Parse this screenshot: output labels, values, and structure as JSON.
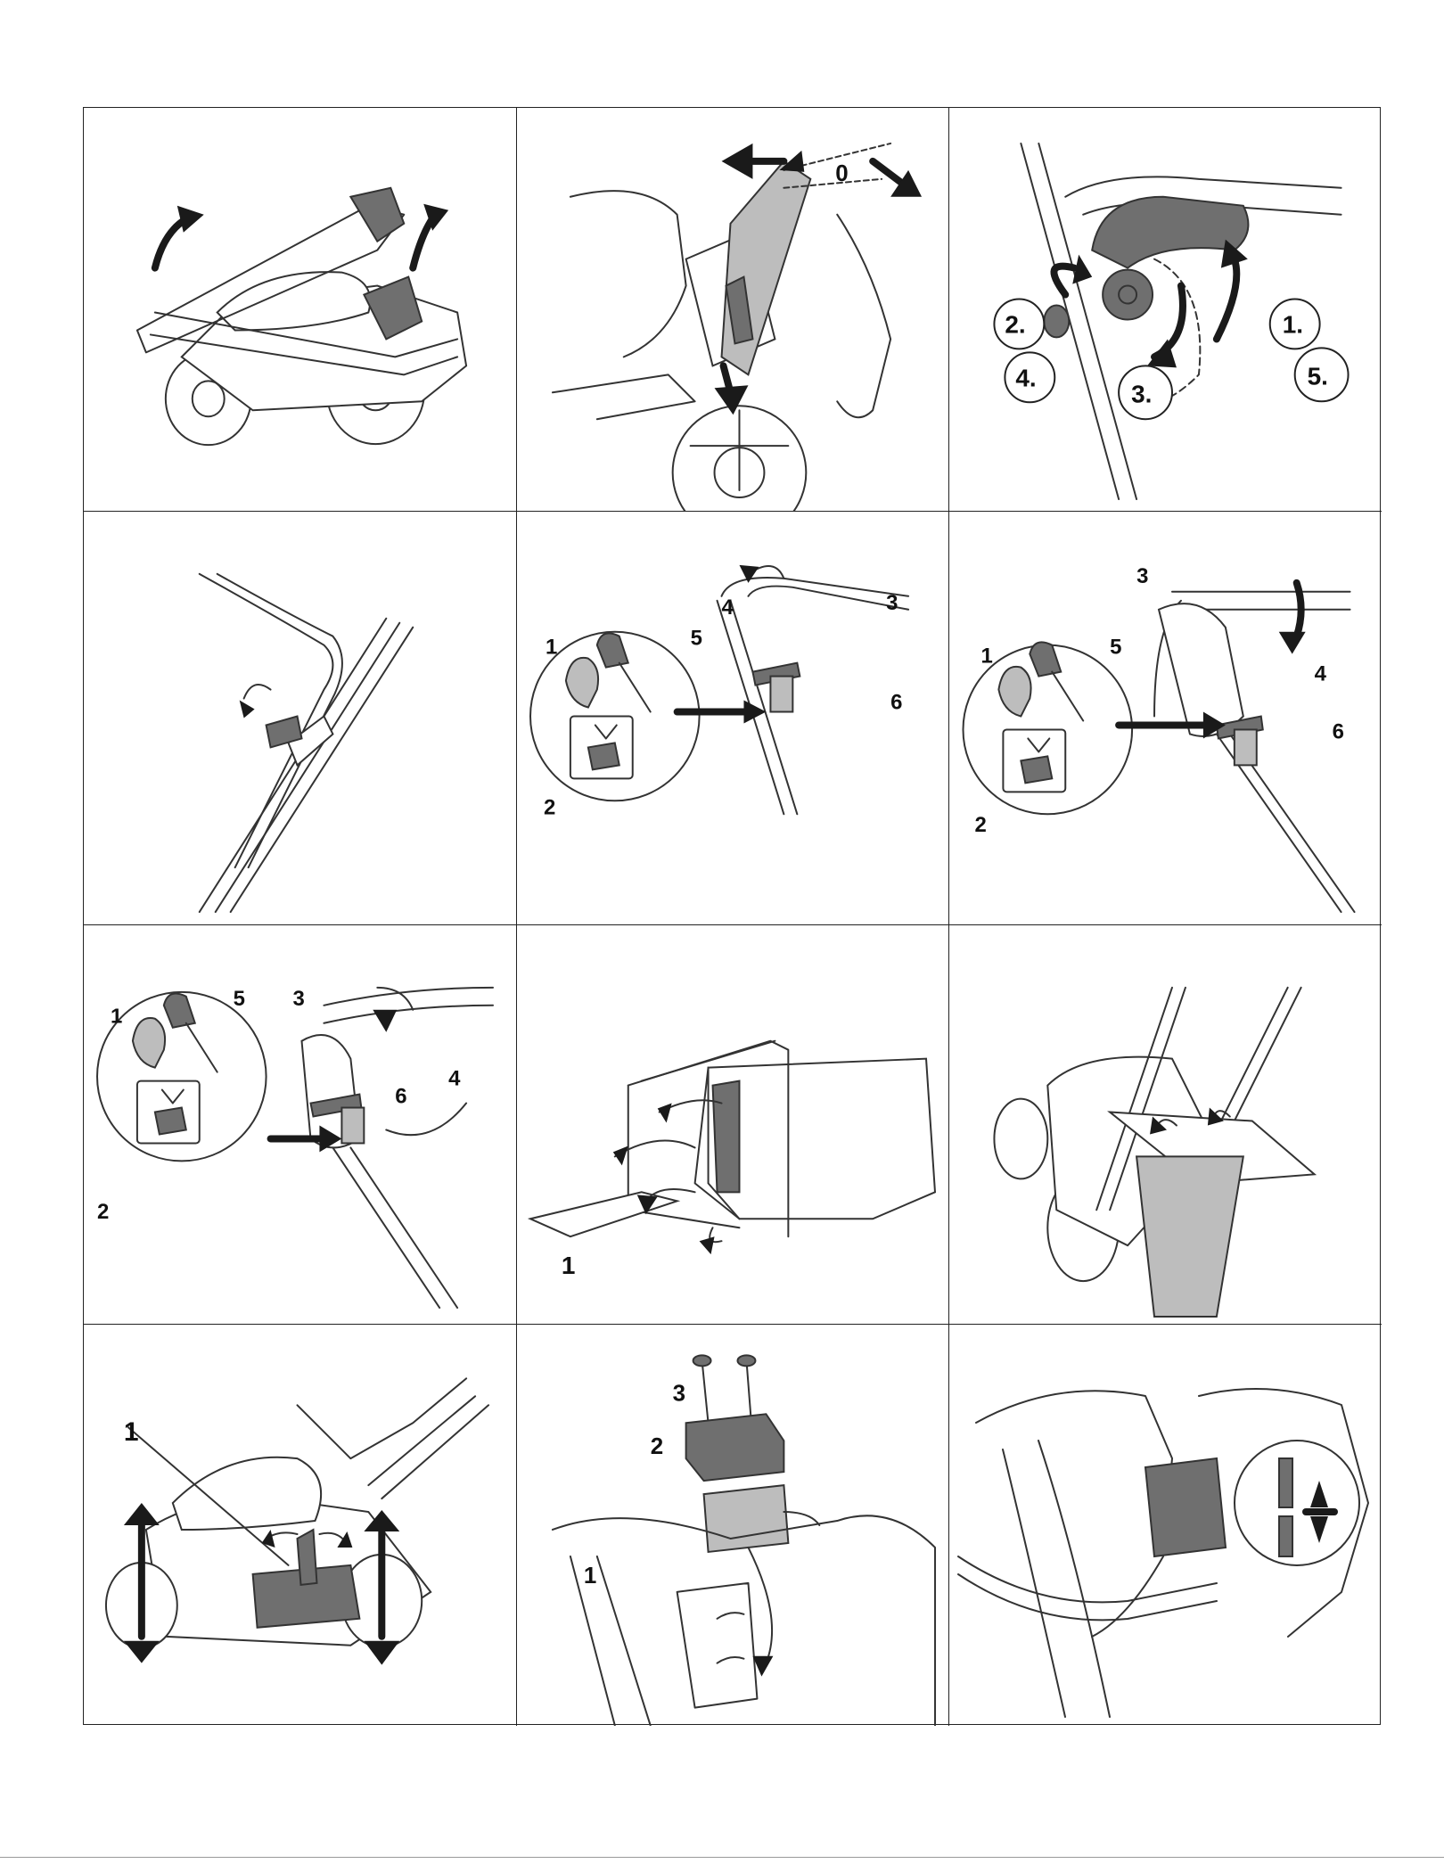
{
  "panels": [
    {
      "id": "panel-1",
      "labels": []
    },
    {
      "id": "panel-2",
      "labels": [
        "0"
      ]
    },
    {
      "id": "panel-3",
      "labels": [
        "1.",
        "2.",
        "3.",
        "4.",
        "5."
      ]
    },
    {
      "id": "panel-4",
      "labels": []
    },
    {
      "id": "panel-5",
      "labels": [
        "1",
        "2",
        "3",
        "4",
        "5",
        "6"
      ]
    },
    {
      "id": "panel-6",
      "labels": [
        "1",
        "2",
        "3",
        "4",
        "5",
        "6"
      ]
    },
    {
      "id": "panel-7",
      "labels": [
        "1",
        "2",
        "3",
        "4",
        "5",
        "6"
      ]
    },
    {
      "id": "panel-8",
      "labels": [
        "1"
      ]
    },
    {
      "id": "panel-9",
      "labels": []
    },
    {
      "id": "panel-10",
      "labels": [
        "1"
      ]
    },
    {
      "id": "panel-11",
      "labels": [
        "1",
        "2",
        "3"
      ]
    },
    {
      "id": "panel-12",
      "labels": []
    }
  ],
  "colors": {
    "line": "#333333",
    "fill_dark": "#6f6f6f",
    "fill_light": "#bdbdbd",
    "border": "#222222"
  }
}
